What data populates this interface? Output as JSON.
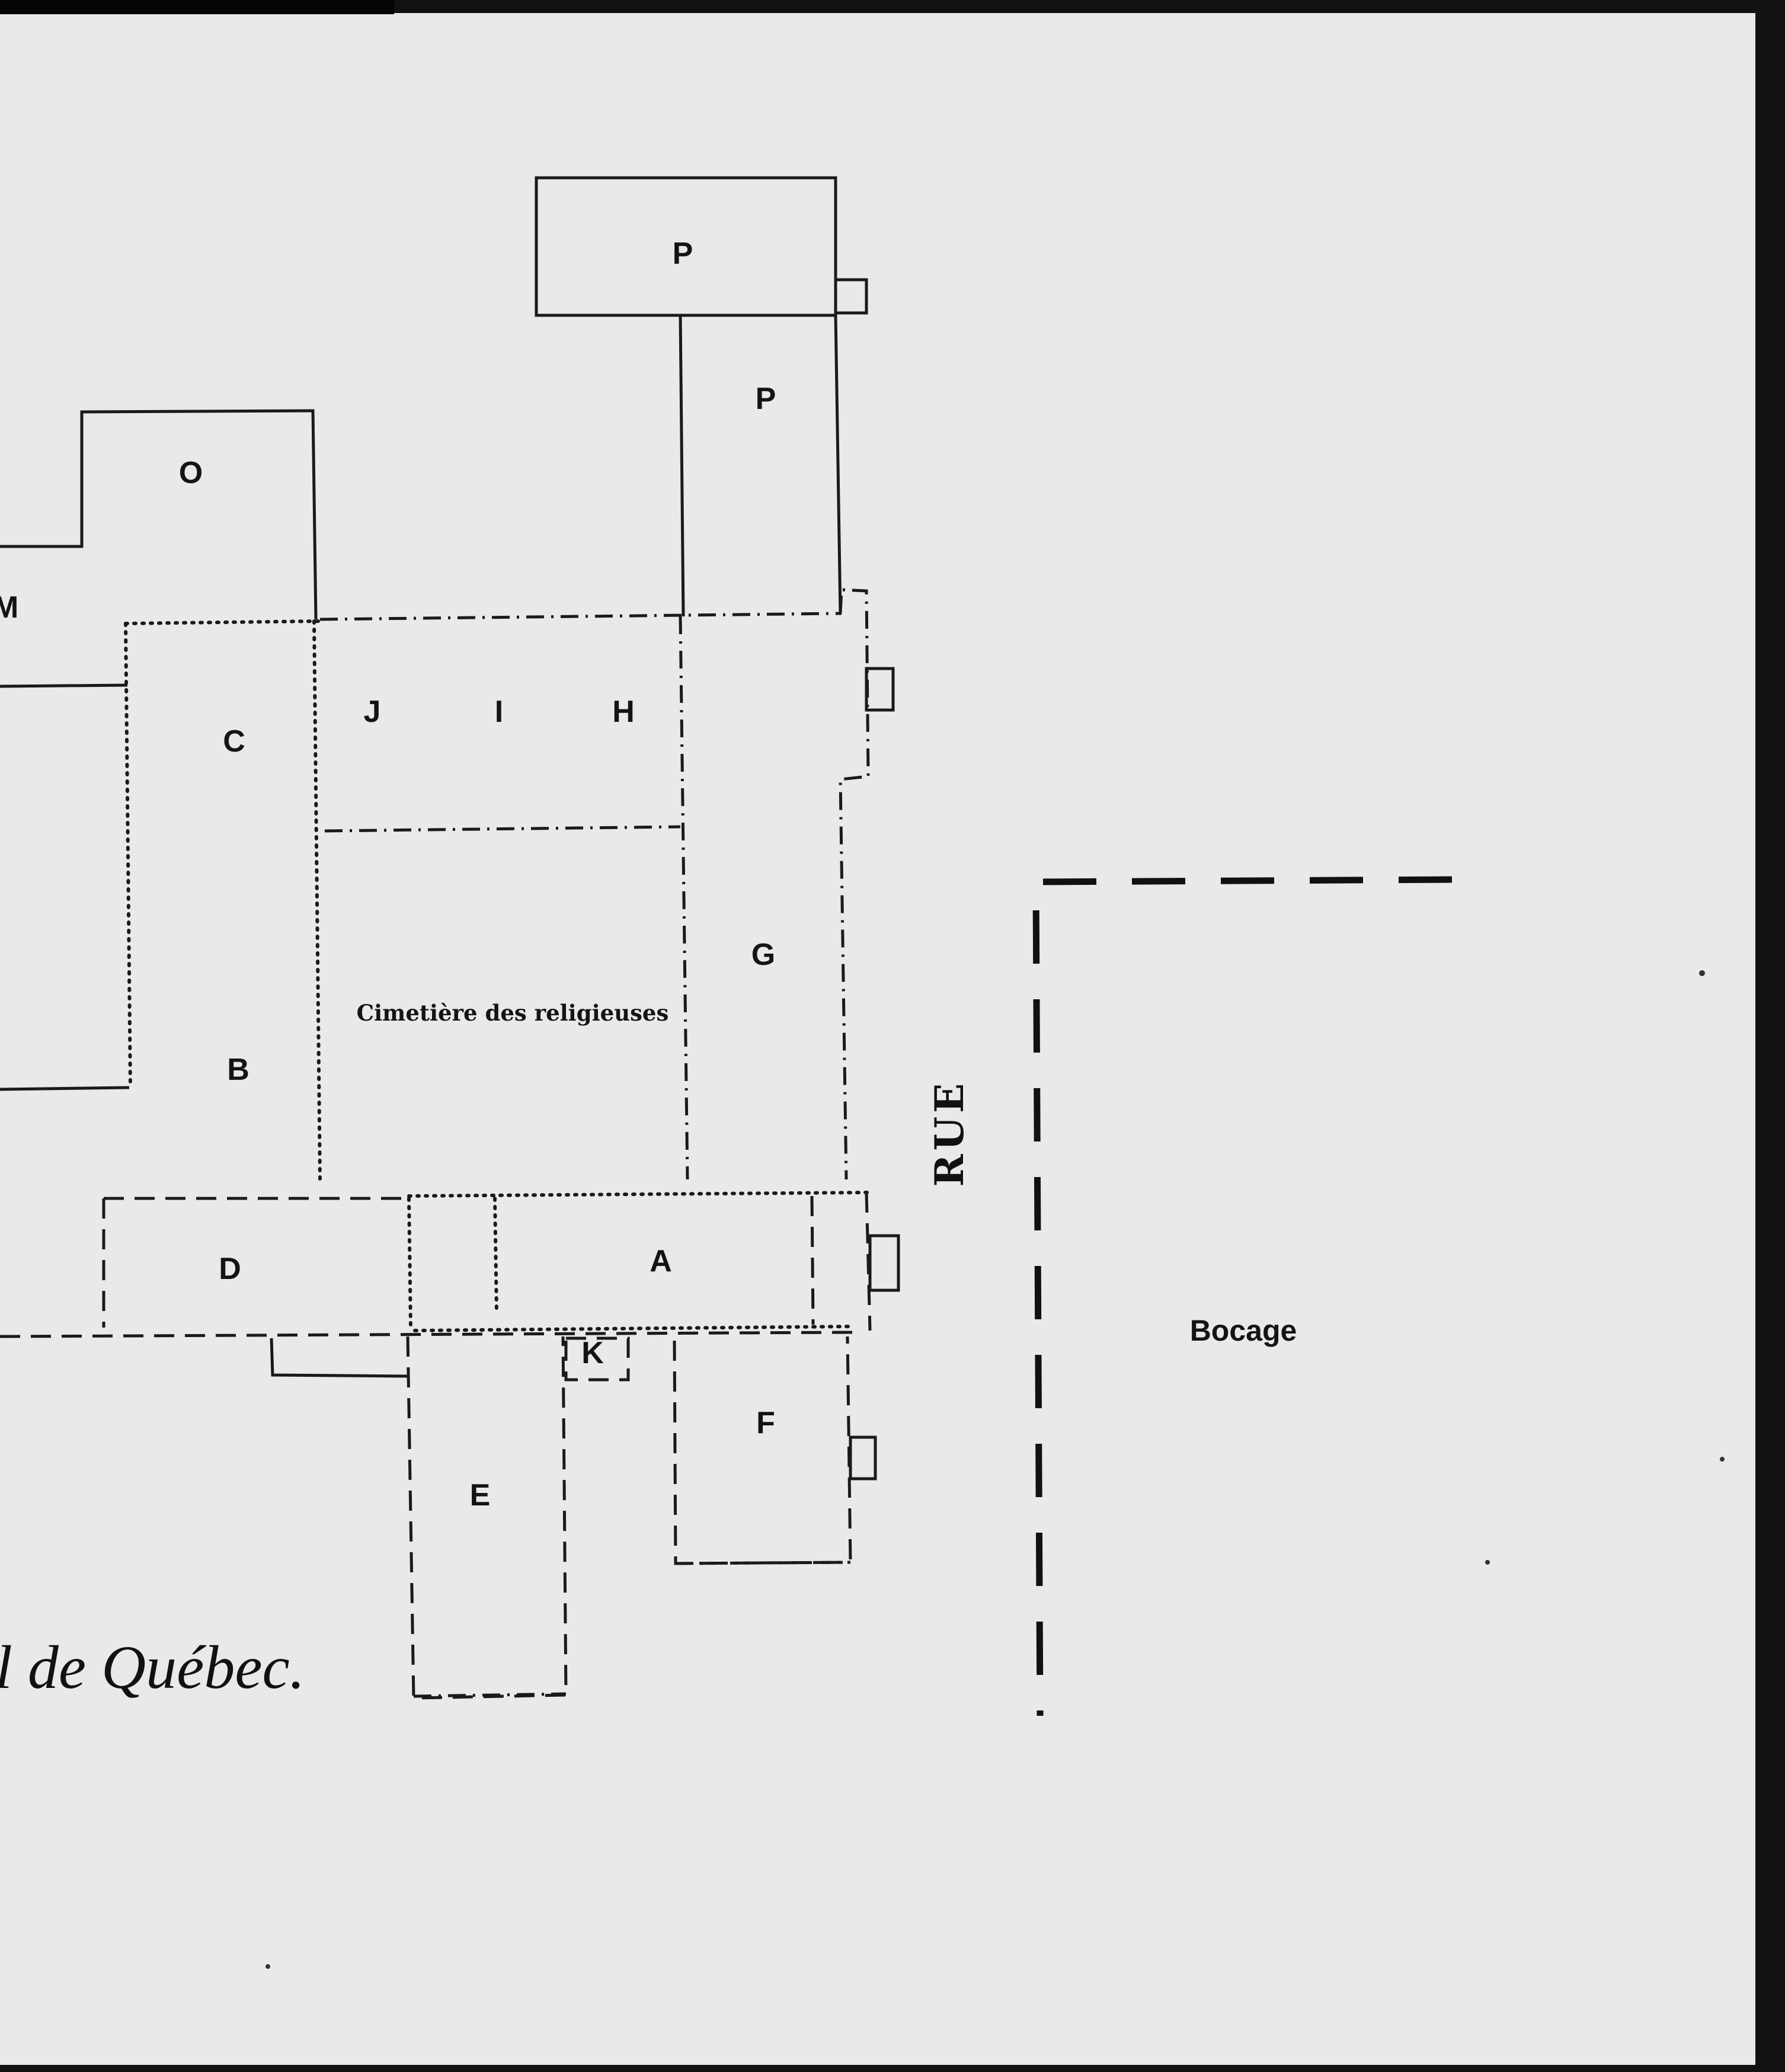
{
  "map": {
    "buildings": {
      "p_top": "P",
      "p_lower": "P",
      "o": "O",
      "m": "M",
      "c": "C",
      "b": "B",
      "j": "J",
      "i": "I",
      "h": "H",
      "g": "G",
      "a": "A",
      "d": "D",
      "e": "E",
      "f": "F",
      "k": "K"
    },
    "cemetery_label": "Cimetière des religieuses",
    "street_label": "RUE",
    "grove_label": "Bocage",
    "caption": "l de Québec."
  },
  "colors": {
    "paper": "#e9e9eb",
    "ink": "#1a1a1a",
    "border": "#111111"
  }
}
